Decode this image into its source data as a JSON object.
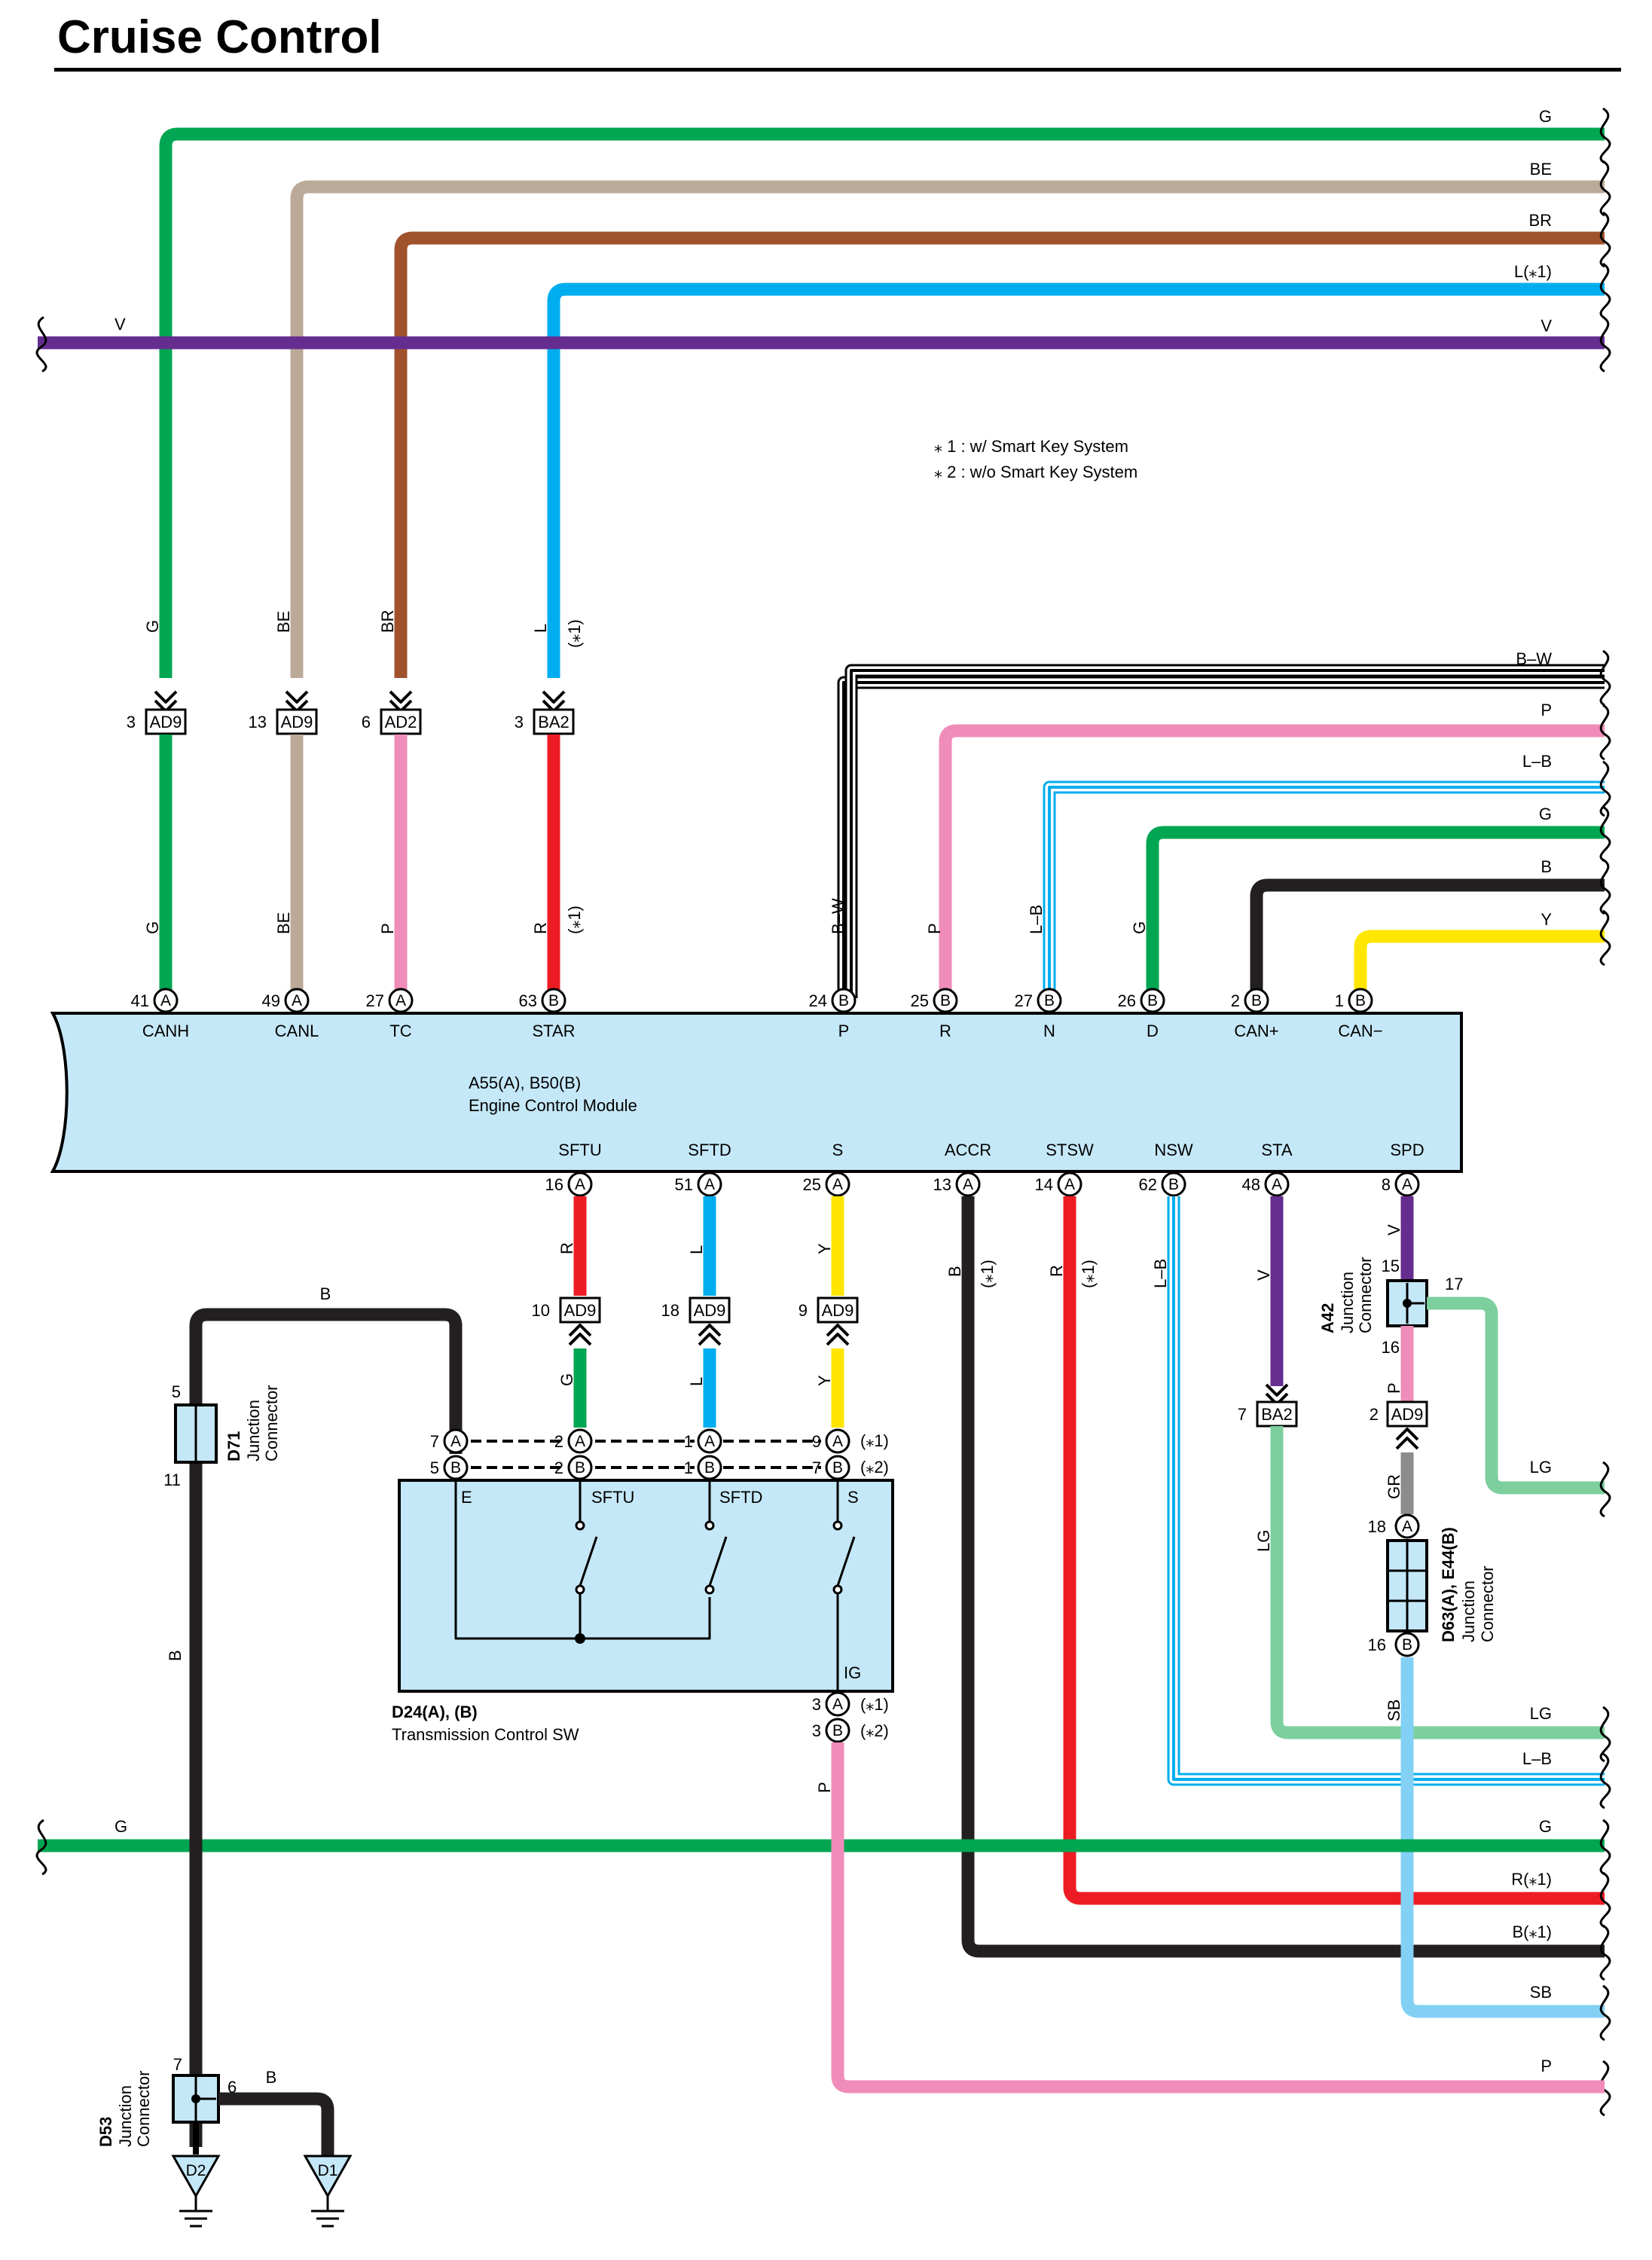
{
  "title": "Cruise Control",
  "notes": [
    "⁎ 1 : w/ Smart Key System",
    "⁎ 2 : w/o Smart Key System"
  ],
  "colors": {
    "G": "#00a651",
    "BE": "#bcaa98",
    "BR": "#a0522d",
    "L": "#00aeef",
    "V": "#662d91",
    "P": "#f08cb9",
    "R": "#ed1c24",
    "Y": "#ffe600",
    "B": "#231f20",
    "LG": "#7dcf9e",
    "SB": "#83d0f5",
    "GR": "#8c8c8c",
    "module": "#c5e8f8"
  },
  "ecm": {
    "name": "A55(A), B50(B)",
    "desc": "Engine Control Module",
    "top_pins": [
      {
        "num": "41",
        "ab": "A",
        "sig": "CANH"
      },
      {
        "num": "49",
        "ab": "A",
        "sig": "CANL"
      },
      {
        "num": "27",
        "ab": "A",
        "sig": "TC"
      },
      {
        "num": "63",
        "ab": "B",
        "sig": "STAR"
      },
      {
        "num": "24",
        "ab": "B",
        "sig": "P"
      },
      {
        "num": "25",
        "ab": "B",
        "sig": "R"
      },
      {
        "num": "27",
        "ab": "B",
        "sig": "N"
      },
      {
        "num": "26",
        "ab": "B",
        "sig": "D"
      },
      {
        "num": "2",
        "ab": "B",
        "sig": "CAN+"
      },
      {
        "num": "1",
        "ab": "B",
        "sig": "CAN−"
      }
    ],
    "bottom_pins": [
      {
        "num": "16",
        "ab": "A",
        "sig": "SFTU"
      },
      {
        "num": "51",
        "ab": "A",
        "sig": "SFTD"
      },
      {
        "num": "25",
        "ab": "A",
        "sig": "S"
      },
      {
        "num": "13",
        "ab": "A",
        "sig": "ACCR"
      },
      {
        "num": "14",
        "ab": "A",
        "sig": "STSW"
      },
      {
        "num": "62",
        "ab": "B",
        "sig": "NSW"
      },
      {
        "num": "48",
        "ab": "A",
        "sig": "STA"
      },
      {
        "num": "8",
        "ab": "A",
        "sig": "SPD"
      }
    ]
  },
  "top_wires": [
    {
      "code": "G",
      "color": "G",
      "upper": "G",
      "lower": "G",
      "conn": "AD9",
      "pin": "3"
    },
    {
      "code": "BE",
      "color": "BE",
      "upper": "BE",
      "lower": "BE",
      "conn": "AD9",
      "pin": "13"
    },
    {
      "code": "BR",
      "color": "BR",
      "upper": "BR",
      "lower": "P",
      "conn": "AD2",
      "pin": "6"
    },
    {
      "code": "L(⁎1)",
      "color": "L",
      "upper": "L",
      "lower": "R",
      "conn": "BA2",
      "pin": "3"
    }
  ],
  "right_labels_top": [
    "G",
    "BE",
    "BR",
    "L(⁎1)",
    "V"
  ],
  "left_label_v": "V",
  "right_labels_mid": [
    "B–W",
    "P",
    "L–B",
    "G",
    "B",
    "Y"
  ],
  "ecm_top_wire_labels": [
    "B–W",
    "P",
    "L–B",
    "G"
  ],
  "ecm_star": "(⁎1)",
  "bottom_wire_labels": {
    "sftu": "R",
    "sftd": "L",
    "s": "Y",
    "accr": "B",
    "accr_note": "(⁎1)",
    "stsw": "R",
    "stsw_note": "(⁎1)",
    "nsw": "L–B",
    "sta": "V",
    "spd": "V"
  },
  "ad9_lower": [
    {
      "pin": "10",
      "conn": "AD9",
      "wire": "G"
    },
    {
      "pin": "18",
      "conn": "AD9",
      "wire": "L"
    },
    {
      "pin": "9",
      "conn": "AD9",
      "wire": "Y"
    }
  ],
  "tcsw": {
    "name": "D24(A), (B)",
    "desc": "Transmission Control SW",
    "terms": [
      "E",
      "SFTU",
      "SFTD",
      "S",
      "IG"
    ],
    "row_a": [
      "7",
      "2",
      "1",
      "9"
    ],
    "row_b": [
      "5",
      "2",
      "1",
      "7"
    ],
    "note1": "(⁎1)",
    "note2": "(⁎2)",
    "ig_pins": [
      "3",
      "3"
    ],
    "ig_wire": "P"
  },
  "d71": {
    "name": "D71",
    "desc1": "Junction",
    "desc2": "Connector",
    "pin_top": "5",
    "pin_bot": "11",
    "wire_top": "B",
    "wire_left": "B"
  },
  "d53": {
    "name": "D53",
    "desc1": "Junction",
    "desc2": "Connector",
    "pin_in": "7",
    "pin_out": "6",
    "wire": "B",
    "grounds": [
      "D2",
      "D1"
    ]
  },
  "a42": {
    "name": "A42",
    "desc1": "Junction",
    "desc2": "Connector",
    "pins": [
      "15",
      "17",
      "16"
    ],
    "wire_out": "LG",
    "wire_down": "P"
  },
  "ba2_sta": {
    "pin": "7",
    "conn": "BA2",
    "wire": "LG"
  },
  "ad9_spd": {
    "pin": "2",
    "conn": "AD9",
    "wire": "GR"
  },
  "d63": {
    "name": "D63(A), E44(B)",
    "desc1": "Junction",
    "desc2": "Connector",
    "pin_a": "18",
    "pin_b": "16",
    "wire": "SB"
  },
  "left_label_g": "G",
  "right_labels_bottom": [
    "LG",
    "L–B",
    "G",
    "R(⁎1)",
    "B(⁎1)",
    "SB",
    "P"
  ],
  "lg_right": "LG"
}
